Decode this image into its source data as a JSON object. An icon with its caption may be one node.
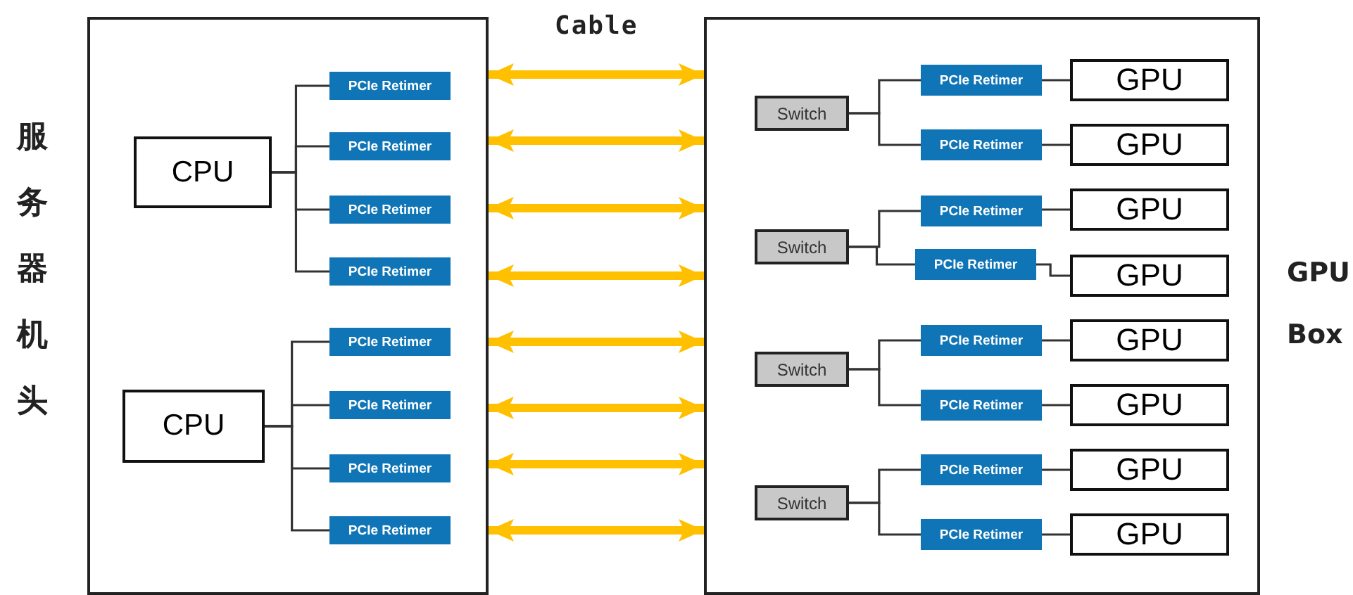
{
  "diagram": {
    "nodes": [
      {
        "text": [
          "服务器机头"
        ]
      },
      {
        "text": [
          "CPU"
        ],
        "in": 0
      },
      {
        "text": [
          "CPU"
        ],
        "in": 0
      },
      {
        "text": [
          "PCIe Retimer"
        ],
        "in": 0
      },
      {
        "text": [
          "PCIe Retimer"
        ],
        "in": 0
      },
      {
        "text": [
          "PCIe Retimer"
        ],
        "in": 0
      },
      {
        "text": [
          "PCIe Retimer"
        ],
        "in": 0
      },
      {
        "text": [
          "PCIe Retimer"
        ],
        "in": 0
      },
      {
        "text": [
          "PCIe Retimer"
        ],
        "in": 0
      },
      {
        "text": [
          "PCIe Retimer"
        ],
        "in": 0
      },
      {
        "text": [
          "PCIe Retimer"
        ],
        "in": 0
      },
      {
        "text": [
          "GPU Box"
        ]
      },
      {
        "text": [
          "Switch"
        ],
        "in": 11
      },
      {
        "text": [
          "Switch"
        ],
        "in": 11
      },
      {
        "text": [
          "Switch"
        ],
        "in": 11
      },
      {
        "text": [
          "Switch"
        ],
        "in": 11
      },
      {
        "text": [
          "PCIe Retimer"
        ],
        "in": 11
      },
      {
        "text": [
          "PCIe Retimer"
        ],
        "in": 11
      },
      {
        "text": [
          "PCIe Retimer"
        ],
        "in": 11
      },
      {
        "text": [
          "PCIe Retimer"
        ],
        "in": 11
      },
      {
        "text": [
          "PCIe Retimer"
        ],
        "in": 11
      },
      {
        "text": [
          "PCIe Retimer"
        ],
        "in": 11
      },
      {
        "text": [
          "PCIe Retimer"
        ],
        "in": 11
      },
      {
        "text": [
          "PCIe Retimer"
        ],
        "in": 11
      },
      {
        "text": [
          "GPU"
        ],
        "in": 11
      },
      {
        "text": [
          "GPU"
        ],
        "in": 11
      },
      {
        "text": [
          "GPU"
        ],
        "in": 11
      },
      {
        "text": [
          "GPU"
        ],
        "in": 11
      },
      {
        "text": [
          "GPU"
        ],
        "in": 11
      },
      {
        "text": [
          "GPU"
        ],
        "in": 11
      },
      {
        "text": [
          "GPU"
        ],
        "in": 11
      },
      {
        "text": [
          "GPU"
        ],
        "in": 11
      }
    ],
    "edges": [
      {
        "from": 1,
        "to": 3,
        "arrow": "none"
      },
      {
        "from": 1,
        "to": 4,
        "arrow": "none"
      },
      {
        "from": 1,
        "to": 5,
        "arrow": "none"
      },
      {
        "from": 1,
        "to": 6,
        "arrow": "none"
      },
      {
        "from": 2,
        "to": 7,
        "arrow": "none"
      },
      {
        "from": 2,
        "to": 8,
        "arrow": "none"
      },
      {
        "from": 2,
        "to": 9,
        "arrow": "none"
      },
      {
        "from": 2,
        "to": 10,
        "arrow": "none"
      },
      {
        "from": 0,
        "to": 11,
        "arrow": "both",
        "style": "thick",
        "color": "#ffc000"
      },
      {
        "from": 0,
        "to": 11,
        "arrow": "both",
        "style": "thick",
        "color": "#ffc000"
      },
      {
        "from": 0,
        "to": 11,
        "arrow": "both",
        "style": "thick",
        "color": "#ffc000"
      },
      {
        "from": 0,
        "to": 11,
        "arrow": "both",
        "style": "thick",
        "color": "#ffc000"
      },
      {
        "from": 0,
        "to": 11,
        "arrow": "both",
        "style": "thick",
        "color": "#ffc000"
      },
      {
        "from": 0,
        "to": 11,
        "arrow": "both",
        "style": "thick",
        "color": "#ffc000"
      },
      {
        "from": 0,
        "to": 11,
        "arrow": "both",
        "style": "thick",
        "color": "#ffc000"
      },
      {
        "from": 0,
        "to": 11,
        "arrow": "both",
        "style": "thick",
        "color": "#ffc000"
      },
      {
        "from": 12,
        "to": 16,
        "arrow": "none"
      },
      {
        "from": 12,
        "to": 17,
        "arrow": "none"
      },
      {
        "from": 13,
        "to": 18,
        "arrow": "none"
      },
      {
        "from": 13,
        "to": 19,
        "arrow": "none"
      },
      {
        "from": 14,
        "to": 20,
        "arrow": "none"
      },
      {
        "from": 14,
        "to": 21,
        "arrow": "none"
      },
      {
        "from": 15,
        "to": 22,
        "arrow": "none"
      },
      {
        "from": 15,
        "to": 23,
        "arrow": "none"
      },
      {
        "from": 16,
        "to": 24,
        "arrow": "none"
      },
      {
        "from": 17,
        "to": 25,
        "arrow": "none"
      },
      {
        "from": 18,
        "to": 26,
        "arrow": "none"
      },
      {
        "from": 19,
        "to": 27,
        "arrow": "none"
      },
      {
        "from": 20,
        "to": 28,
        "arrow": "none"
      },
      {
        "from": 21,
        "to": 29,
        "arrow": "none"
      },
      {
        "from": 22,
        "to": 30,
        "arrow": "none"
      },
      {
        "from": 23,
        "to": 31,
        "arrow": "none"
      }
    ],
    "labels": [
      "Cable"
    ]
  }
}
